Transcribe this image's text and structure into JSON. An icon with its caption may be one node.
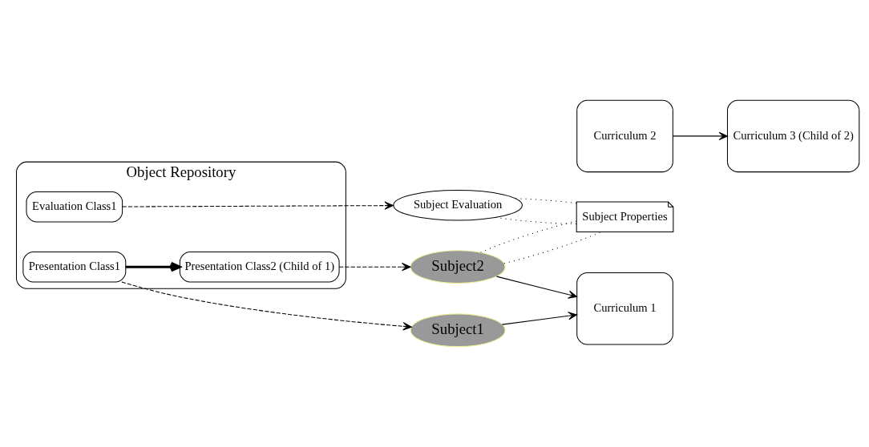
{
  "diagram": {
    "nodes": [
      {
        "text": [
          "Object Repository"
        ]
      },
      {
        "text": [
          "Presentation Class1"
        ],
        "in": 0
      },
      {
        "text": [
          "Presentation Class2 (Child of 1)"
        ],
        "in": 0
      },
      {
        "text": [
          "Evaluation Class1"
        ],
        "in": 0
      },
      {
        "text": [
          "Subject1"
        ]
      },
      {
        "text": [
          "Subject2"
        ]
      },
      {
        "text": [
          "Subject Properties"
        ]
      },
      {
        "text": [
          "Subject Evaluation"
        ]
      },
      {
        "text": [
          "Curriculum 1"
        ]
      },
      {
        "text": [
          "Curriculum 2"
        ]
      },
      {
        "text": [
          "Curriculum 3 (Child of 2)"
        ]
      }
    ],
    "edges": [
      {
        "from": 1,
        "to": 2,
        "arrow": "to",
        "style": "thick"
      },
      {
        "from": 1,
        "to": 4,
        "arrow": "to",
        "style": "dashed"
      },
      {
        "from": 2,
        "to": 5,
        "arrow": "to",
        "style": "dashed"
      },
      {
        "from": 3,
        "to": 7,
        "arrow": "to",
        "style": "dashed"
      },
      {
        "from": 4,
        "to": 8,
        "arrow": "to"
      },
      {
        "from": 5,
        "to": 8,
        "arrow": "to"
      },
      {
        "from": 9,
        "to": 10,
        "arrow": "to"
      },
      {
        "from": 5,
        "to": 6,
        "arrow": "none",
        "style": "dashed"
      },
      {
        "from": 5,
        "to": 6,
        "arrow": "none",
        "style": "dashed"
      },
      {
        "from": 6,
        "to": 7,
        "arrow": "none",
        "style": "dashed"
      },
      {
        "from": 6,
        "to": 7,
        "arrow": "none",
        "style": "dashed"
      }
    ]
  }
}
